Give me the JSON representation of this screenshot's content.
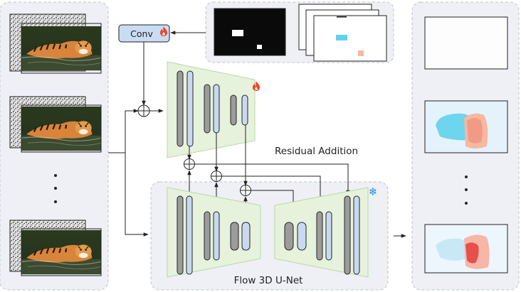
{
  "labels": {
    "conv": "Conv",
    "residual_addition": "Residual Addition",
    "unet": "Flow 3D U-Net"
  },
  "left_panel": {
    "frames_shown": 3,
    "ellipsis": "vertical-dots",
    "image_content": "tiger wading in water with noise image behind"
  },
  "right_panel": {
    "outputs_shown": 3,
    "ellipsis": "vertical-dots",
    "image_content": "optical-flow color maps"
  },
  "icons": {
    "trainable": "fire-icon",
    "frozen": "snowflake-icon",
    "add": "circle-plus-icon"
  },
  "colors": {
    "panel_bg": "#eef0f6",
    "panel_border": "#bfc3cc",
    "encoder_fill": "#e6f2dc",
    "encoder_stroke": "#b9d8a2",
    "conv_fill": "#c9dcf2",
    "gray_block": "#9c9c9c",
    "blue_block": "#c9daf0",
    "fire": "#e8442a",
    "snowflake": "#2f8fd6",
    "flow_cyan": "#5fd2ec",
    "flow_salmon": "#f6b8a2"
  }
}
